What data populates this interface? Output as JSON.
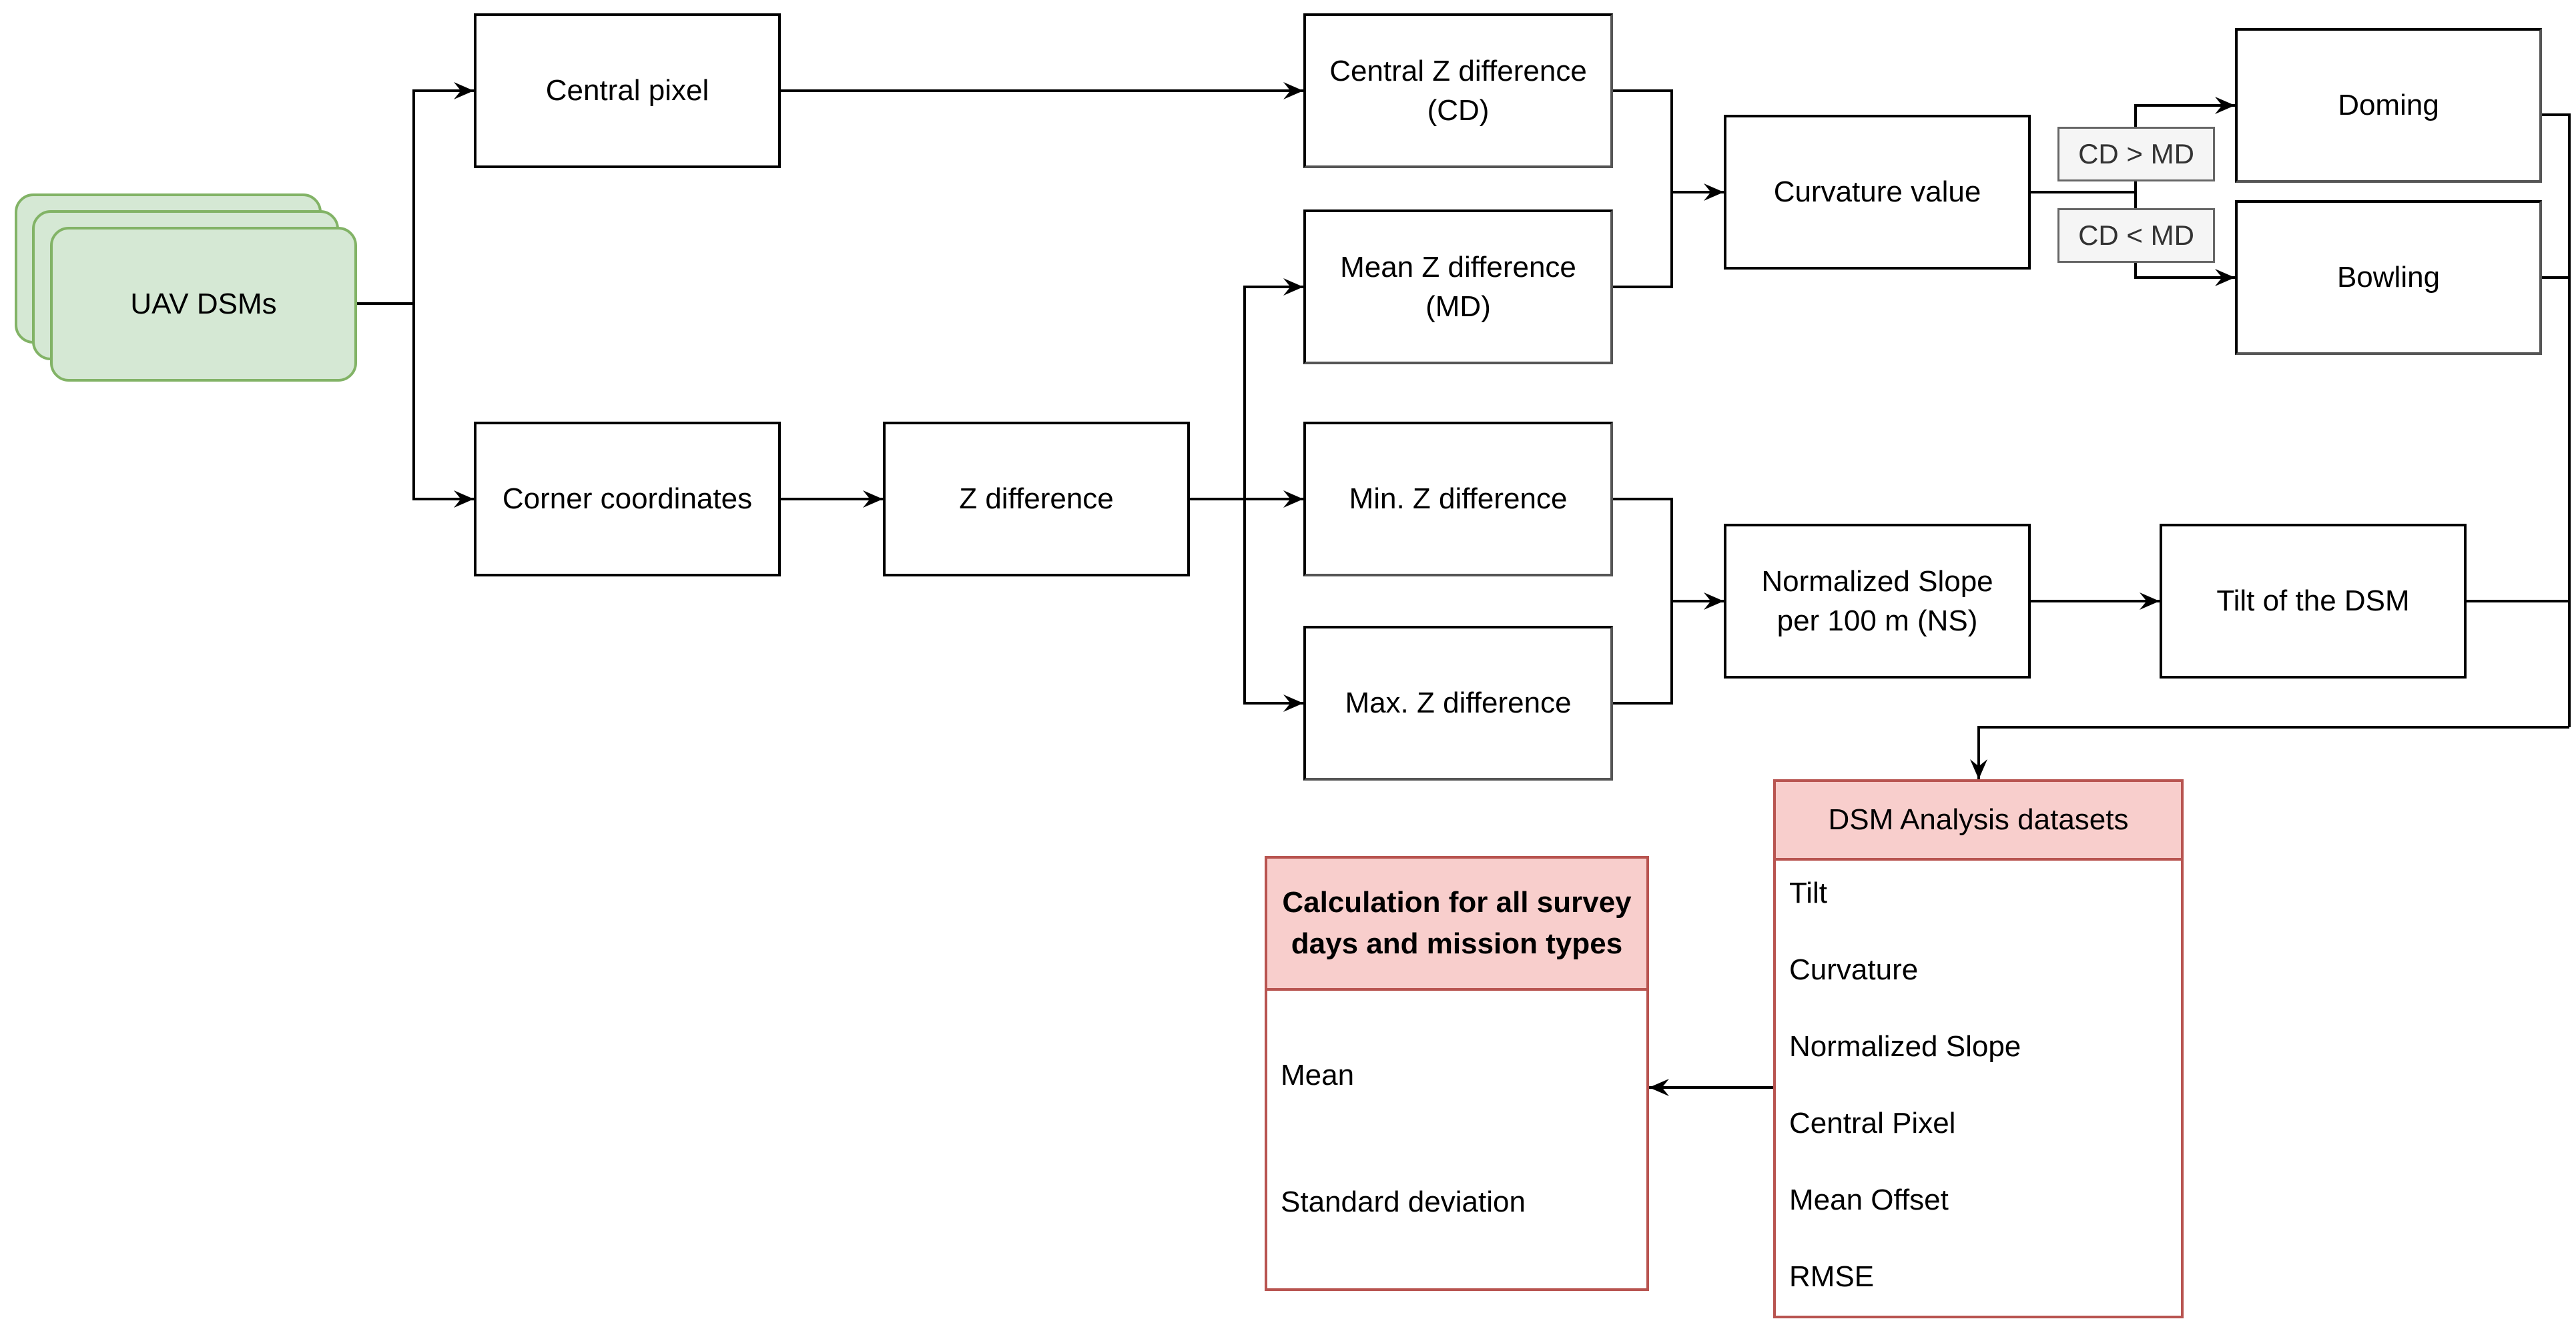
{
  "nodes": {
    "uav_dsms": "UAV DSMs",
    "central_pixel": "Central pixel",
    "corner_coordinates": "Corner coordinates",
    "z_difference": "Z difference",
    "central_z_difference": "Central Z difference\n(CD)",
    "mean_z_difference": "Mean Z difference\n(MD)",
    "min_z_difference": "Min. Z difference",
    "max_z_difference": "Max. Z difference",
    "curvature_value": "Curvature value",
    "normalized_slope": "Normalized Slope\nper 100 m (NS)",
    "tilt_of_dsm": "Tilt of the DSM",
    "doming": "Doming",
    "bowling": "Bowling"
  },
  "conditions": {
    "cd_gt_md": "CD > MD",
    "cd_lt_md": "CD < MD"
  },
  "analysis_panel": {
    "title": "DSM Analysis datasets",
    "items": [
      "Tilt",
      "Curvature",
      "Normalized Slope",
      "Central Pixel",
      "Mean Offset",
      "RMSE"
    ]
  },
  "calculation_panel": {
    "title": "Calculation for all survey days and mission types",
    "items": [
      "Mean",
      "Standard deviation"
    ]
  },
  "colors": {
    "stack_fill": "#d5e8d4",
    "stack_border": "#82b366",
    "panel_head_fill": "#f8cecc",
    "panel_border": "#b85450",
    "condition_fill": "#f5f5f5"
  }
}
